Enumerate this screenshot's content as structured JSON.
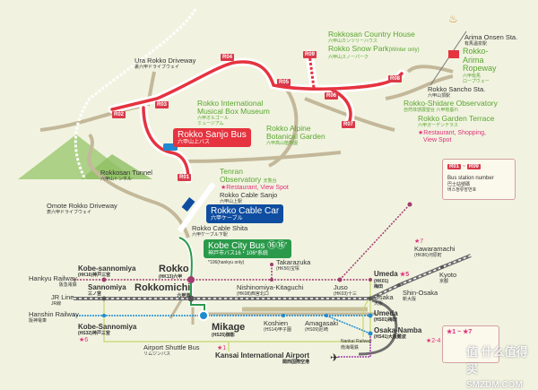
{
  "colors": {
    "bus_route": "#e5333f",
    "hankyu": "#a23b6f",
    "jr": "#6e6e6e",
    "hanshin": "#1f8ad1",
    "kobe_city_bus": "#2a9a4a",
    "cable_car": "#0f4da0",
    "airport_shuttle": "#c8d66a",
    "nankai": "#a43fb0",
    "road": "#c4b89a",
    "attraction": "#5aa531",
    "highlight": "#e0327a"
  },
  "bus_stations": [
    "R01",
    "R02",
    "R03",
    "R04",
    "R05",
    "R06",
    "R07",
    "R08",
    "R09"
  ],
  "places": {
    "ura_rokko": {
      "en": "Ura Rokko Driveway",
      "jp": "裏六甲ドライブウェイ"
    },
    "music_box": {
      "en1": "Rokko International",
      "en2": "Musical Box Museum",
      "jp1": "六甲オルゴール",
      "jp2": "ミュージアム"
    },
    "tunnel": {
      "en": "Rokkosan Tunnel",
      "jp": "六甲山トンネル"
    },
    "omote_rokko": {
      "en": "Omote Rokko Driveway",
      "jp": "表六甲ドライブウェイ"
    },
    "tenran": {
      "en1": "Tenran",
      "en2": "Observatory",
      "jp": "天覧台",
      "note": "★Restaurant, View Spot"
    },
    "cable_sanjo": {
      "en": "Rokko Cable Sanjo",
      "jp": "六甲山上駅"
    },
    "cable_shita": {
      "en": "Rokko Cable Shita",
      "jp": "六甲ケーブル下駅"
    },
    "country_house": {
      "en": "Rokkosan Country House",
      "jp": "六甲山カンツリーハウス"
    },
    "snow_park": {
      "en": "Rokko Snow Park",
      "note": "(Winter only)",
      "jp": "六甲山スノーパーク"
    },
    "alpine": {
      "en1": "Rokko Alpine",
      "en2": "Botanical Garden",
      "jp": "六甲高山植物園"
    },
    "arima": {
      "en": "Arima Onsen Sta.",
      "jp": "有馬温泉駅"
    },
    "ropeway": {
      "en1": "Rokko-",
      "en2": "Arima",
      "en3": "Ropeway",
      "jp1": "六甲有馬",
      "jp2": "ロープウェー"
    },
    "sancho": {
      "en": "Rokko Sancho Sta.",
      "jp": "六甲山頂駅"
    },
    "shidare": {
      "en": "Rokko-Shidare Observatory",
      "jp": "自然体感展望台 六甲枝垂れ"
    },
    "garden_terrace": {
      "en": "Rokko Garden Terrace",
      "jp": "六甲ガーデンテラス",
      "note1": "★Restaurant, Shopping,",
      "note2": "View Spot"
    }
  },
  "services": {
    "sanjo_bus": {
      "en": "Rokko Sanjo Bus",
      "jp": "六甲山上バス"
    },
    "cable_car": {
      "en": "Rokko Cable Car",
      "jp": "六甲ケーブル"
    },
    "city_bus": {
      "en": "Kobe City Bus ⑯⑯'",
      "jp": "神戸市バス16・106*系統",
      "note": "*106(hankyu only)"
    }
  },
  "lines": {
    "hankyu": {
      "en": "Hankyu Railway",
      "jp": "阪急電鉄"
    },
    "jr": {
      "en": "JR Line",
      "jp": "JR線"
    },
    "hanshin": {
      "en": "Hanshin Railway",
      "jp": "阪神電車"
    },
    "airport_shuttle": {
      "en": "Airport Shuttle Bus",
      "jp": "リムジンバス"
    },
    "nankai": {
      "en": "Nankai Railway",
      "jp": "南海電鉄"
    }
  },
  "stations": {
    "kobe_sannomiya_hk": {
      "en": "Kobe-sannomiya",
      "jp": "(HK16)神戸三宮"
    },
    "rokko": {
      "en": "Rokko",
      "jp": "(HK13)六甲"
    },
    "sannomiya": {
      "en": "Sannomiya",
      "jp": "三ノ宮"
    },
    "rokkomichi": {
      "en": "Rokkomichi",
      "jp": "六甲道"
    },
    "kobe_sannomiya_hs": {
      "en": "Kobe-Sannomiya",
      "jp": "(HS32)神戸三宮",
      "star": "★6"
    },
    "mikage": {
      "en": "Mikage",
      "jp": "(HS25)御影"
    },
    "takarazuka": {
      "en": "Takarazuka",
      "jp": "(HK56)宝塚"
    },
    "nishinomiya": {
      "en": "Nishinomiya-Kitaguchi",
      "jp": "(HK08)西宮北口"
    },
    "juso": {
      "en": "Juso",
      "jp": "(HK03)十三"
    },
    "umeda_hk": {
      "en": "Umeda",
      "jp1": "(HK01)",
      "jp2": "梅田",
      "star": "★5"
    },
    "kawaramachi": {
      "en": "Kawaramachi",
      "jp": "(HK86)河原町",
      "star": "★7"
    },
    "osaka": {
      "en": "Osaka",
      "jp": "大阪"
    },
    "shin_osaka": {
      "en": "Shin-Osaka",
      "jp": "新大阪"
    },
    "kyoto": {
      "en": "Kyoto",
      "jp": "京都"
    },
    "koshien": {
      "en": "Koshien",
      "jp": "(HS14)甲子園"
    },
    "amagasaki": {
      "en": "Amagasaki",
      "jp": "(HS09)尼崎"
    },
    "umeda_hs": {
      "en": "Umeda",
      "jp": "(HS01)梅田"
    },
    "namba": {
      "en": "Osaka-Namba",
      "jp": "(HS41)大阪難波",
      "star": "★2-4"
    },
    "kansai": {
      "en": "Kansai International Airport",
      "jp": "関西国際空港",
      "star": "★1"
    }
  },
  "legend": {
    "from": "R01",
    "tilde": "~",
    "to": "R09",
    "desc": "Bus station number",
    "jp1": "巴士站號碼",
    "jp2": "버스정류장번호",
    "stars": "★1 ~ ★7"
  },
  "watermark": {
    "text": "值 什么值得买",
    "url": "SMZDM.COM"
  }
}
